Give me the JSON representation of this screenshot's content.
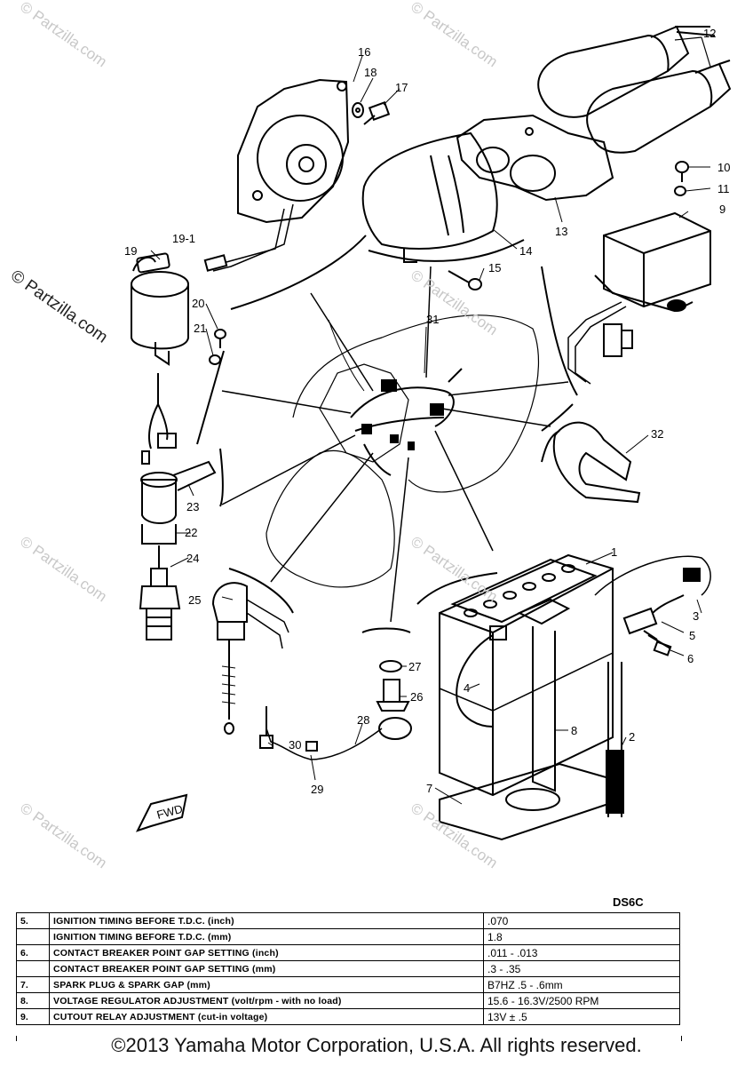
{
  "watermark": "© Partzilla.com",
  "model": "DS6C",
  "callouts": [
    "1",
    "2",
    "3",
    "4",
    "5",
    "6",
    "7",
    "8",
    "9",
    "10",
    "11",
    "12",
    "13",
    "14",
    "15",
    "16",
    "17",
    "18",
    "19",
    "19-1",
    "20",
    "21",
    "22",
    "23",
    "24",
    "25",
    "26",
    "27",
    "28",
    "29",
    "30",
    "31",
    "32"
  ],
  "fwd_label": "FWD",
  "battery_label": "",
  "specs": [
    {
      "num": "5.",
      "item": "IGNITION TIMING BEFORE T.D.C. (inch)",
      "value": ".070"
    },
    {
      "num": "",
      "item": "IGNITION TIMING BEFORE T.D.C. (mm)",
      "value": "1.8"
    },
    {
      "num": "6.",
      "item": "CONTACT BREAKER POINT GAP SETTING (inch)",
      "value": ".011 - .013"
    },
    {
      "num": "",
      "item": "CONTACT BREAKER POINT GAP SETTING (mm)",
      "value": ".3 - .35"
    },
    {
      "num": "7.",
      "item": "SPARK PLUG & SPARK GAP (mm)",
      "value": "B7HZ    .5 - .6mm"
    },
    {
      "num": "8.",
      "item": "VOLTAGE REGULATOR ADJUSTMENT (volt/rpm - with no load)",
      "value": "15.6 - 16.3V/2500 RPM"
    },
    {
      "num": "9.",
      "item": "CUTOUT RELAY ADJUSTMENT (cut-in voltage)",
      "value": "13V ± .5"
    }
  ],
  "copyright": "©2013  Yamaha Motor Corporation, U.S.A. All rights reserved."
}
